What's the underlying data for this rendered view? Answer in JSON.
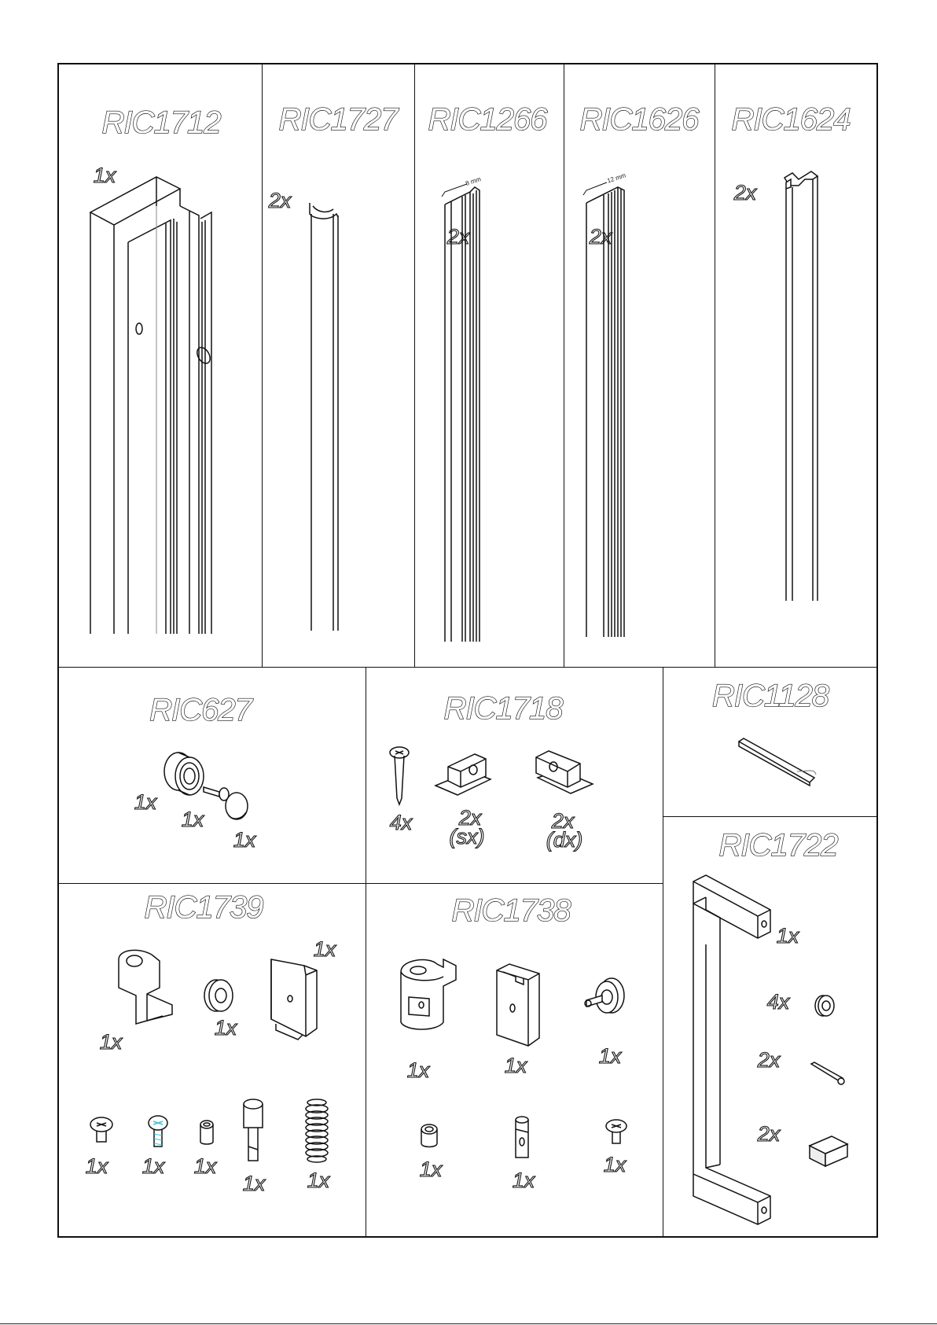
{
  "sheet": {
    "top_row": [
      {
        "code": "RIC1712",
        "qty": "1x"
      },
      {
        "code": "RIC1727",
        "qty": "2x"
      },
      {
        "code": "RIC1266",
        "qty": "2x",
        "dim": "8 mm"
      },
      {
        "code": "RIC1626",
        "qty": "2x",
        "dim": "12 mm"
      },
      {
        "code": "RIC1624",
        "qty": "2x"
      }
    ],
    "ric627": {
      "code": "RIC627",
      "qty": [
        "1x",
        "1x",
        "1x"
      ]
    },
    "ric1718": {
      "code": "RIC1718",
      "qty": [
        "4x",
        "2x",
        "(sx)",
        "2x",
        "(dx)"
      ]
    },
    "ric1128": {
      "code": "RIC1128"
    },
    "ric1722": {
      "code": "RIC1722",
      "qty": [
        "1x",
        "4x",
        "2x",
        "2x"
      ]
    },
    "ric1739": {
      "code": "RIC1739",
      "qty": [
        "1x",
        "1x",
        "1x",
        "1x",
        "1x",
        "1x",
        "1x",
        "1x"
      ]
    },
    "ric1738": {
      "code": "RIC1738",
      "qty": [
        "1x",
        "1x",
        "1x",
        "1x",
        "1x",
        "1x"
      ]
    }
  },
  "colors": {
    "line": "#111111",
    "screw_highlight": "#3ac6d8"
  },
  "icons": [
    "profile-icon",
    "gasket-icon",
    "bearing-icon",
    "screw-icon",
    "cap-icon",
    "bracket-icon",
    "seal-strip-icon",
    "handle-icon",
    "washer-icon",
    "pin-icon",
    "block-icon",
    "spring-icon",
    "roller-icon"
  ]
}
